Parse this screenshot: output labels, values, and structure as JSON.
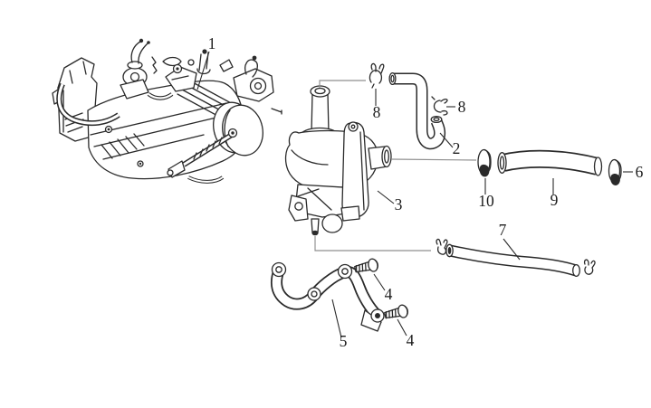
{
  "diagram": {
    "background": "#ffffff",
    "line_color": "#2a2a2a",
    "leader_color": "#8f8f8f"
  },
  "callouts": {
    "engine": {
      "label": "1"
    },
    "outlet_hose": {
      "label": "2"
    },
    "water_pump": {
      "label": "3"
    },
    "screw_upper": {
      "label": "4"
    },
    "screw_lower": {
      "label": "4"
    },
    "water_pipe": {
      "label": "5"
    },
    "clamp_right": {
      "label": "6"
    },
    "lower_hose": {
      "label": "7"
    },
    "clip_top": {
      "label": "8"
    },
    "clip_side": {
      "label": "8"
    },
    "middle_hose": {
      "label": "9"
    },
    "clamp_left": {
      "label": "10"
    }
  }
}
